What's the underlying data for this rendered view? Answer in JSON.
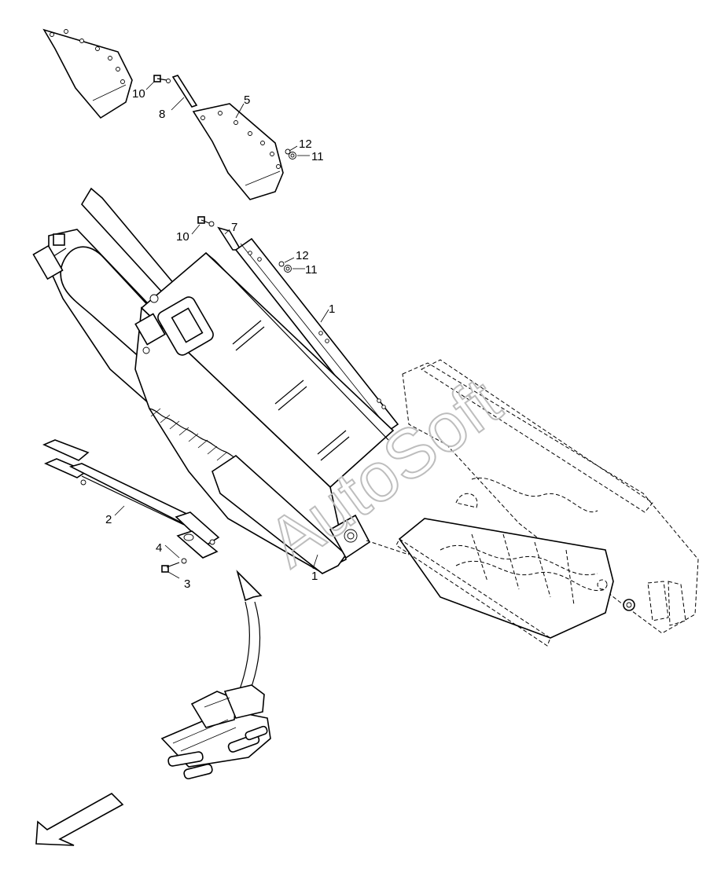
{
  "diagram": {
    "watermark": "AutoSoft",
    "callouts": [
      "10",
      "8",
      "5",
      "12",
      "11",
      "10",
      "7",
      "12",
      "11",
      "1",
      "2",
      "4",
      "3",
      "1"
    ]
  }
}
